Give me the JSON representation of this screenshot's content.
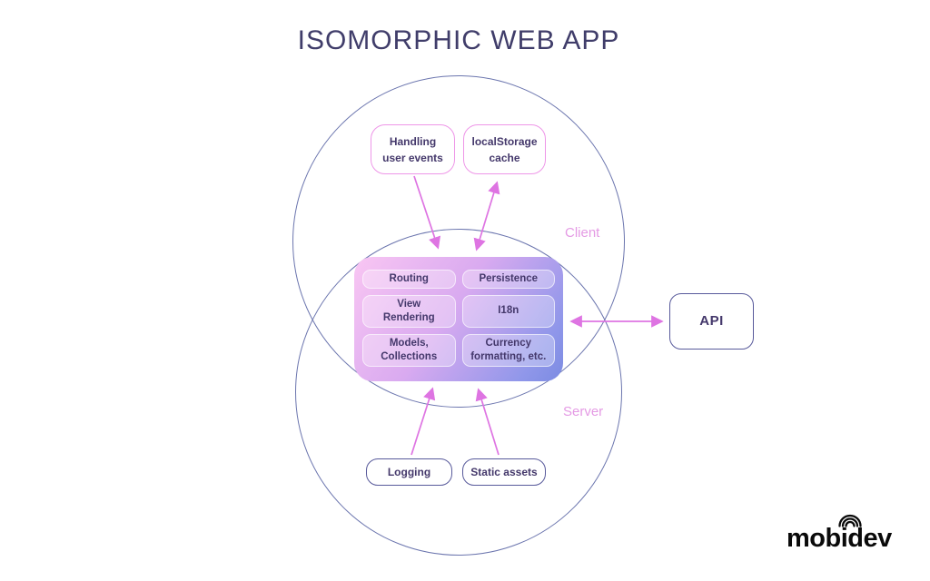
{
  "title": "ISOMORPHIC WEB APP",
  "venn": {
    "client_label": "Client",
    "server_label": "Server"
  },
  "client_nodes": [
    {
      "label": "Handling user events"
    },
    {
      "label": "localStorage cache"
    }
  ],
  "server_nodes": [
    {
      "label": "Logging"
    },
    {
      "label": "Static assets"
    }
  ],
  "shared_modules": [
    {
      "label": "Routing"
    },
    {
      "label": "Persistence"
    },
    {
      "label": "View Rendering"
    },
    {
      "label": "I18n"
    },
    {
      "label": "Models, Collections"
    },
    {
      "label": "Currency formatting, etc."
    }
  ],
  "api": {
    "label": "API"
  },
  "edges": [
    {
      "from": "handling-user-events",
      "to": "shared-modules",
      "bidirectional": false
    },
    {
      "from": "shared-modules",
      "to": "localstorage-cache",
      "bidirectional": true
    },
    {
      "from": "logging",
      "to": "shared-modules",
      "bidirectional": false
    },
    {
      "from": "static-assets",
      "to": "shared-modules",
      "bidirectional": false
    },
    {
      "from": "shared-modules",
      "to": "api",
      "bidirectional": true
    }
  ],
  "logo": {
    "text": "mobidev"
  },
  "colors": {
    "title_text": "#403d6a",
    "node_text": "#44386b",
    "circle_stroke": "#6b75ae",
    "pink_border": "#ee96e8",
    "dark_border": "#585a9b",
    "venn_label": "#e49ae4",
    "arrow": "#de74e2",
    "gradient_start": "#f9c6f3",
    "gradient_end": "#7b8be2",
    "background": "#ffffff",
    "logo_text": "#0a0a0a"
  }
}
